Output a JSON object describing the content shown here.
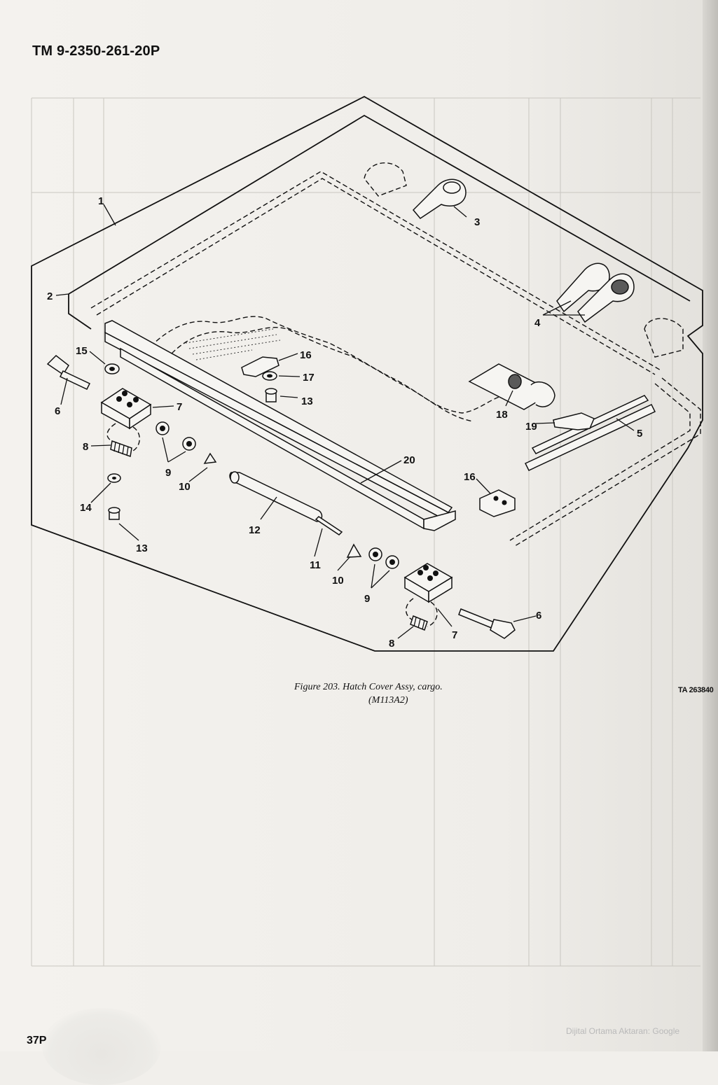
{
  "header": {
    "title": "TM 9-2350-261-20P"
  },
  "figure": {
    "caption_line1": "Figure 203.   Hatch Cover Assy, cargo.",
    "caption_line2": "(M113A2)",
    "ta_number": "TA 263840"
  },
  "callouts": [
    "1",
    "2",
    "3",
    "4",
    "5",
    "6",
    "7",
    "8",
    "9",
    "10",
    "11",
    "12",
    "13",
    "14",
    "15",
    "16",
    "17",
    "18",
    "19",
    "20"
  ],
  "footer": {
    "page_number": "37P",
    "credit": "Dijital Ortama Aktaran: Google"
  }
}
